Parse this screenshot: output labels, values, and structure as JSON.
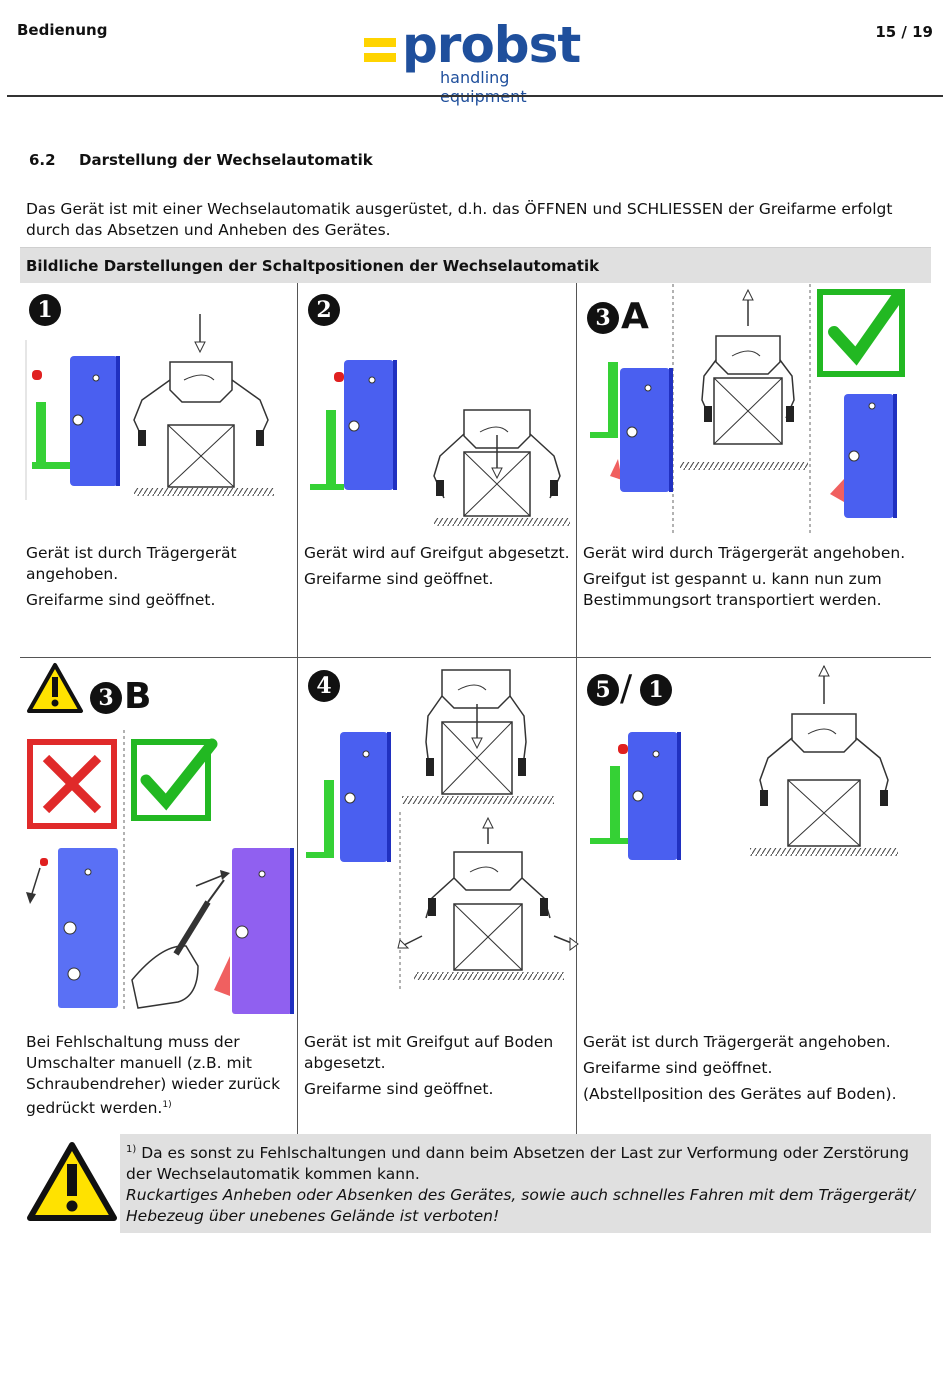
{
  "header": {
    "section": "Bedienung",
    "page": "15 / 19",
    "logo_word": "probst",
    "logo_sub": "handling equipment"
  },
  "section": {
    "number": "6.2",
    "title": "Darstellung der Wechselautomatik",
    "intro": "Das Gerät ist mit einer Wechselautomatik ausgerüstet, d.h. das ÖFFNEN und SCHLIESSEN der Greifarme erfolgt durch das Absetzen und Anheben des Gerätes."
  },
  "table": {
    "heading": "Bildliche Darstellungen der Schaltpositionen der Wechselautomatik",
    "cells": [
      {
        "badge": "1",
        "suffix": "",
        "lines": [
          "Gerät ist durch Trägergerät angehoben.",
          "Greifarme sind geöffnet."
        ]
      },
      {
        "badge": "2",
        "suffix": "",
        "lines": [
          "Gerät wird auf Greifgut abgesetzt.",
          "Greifarme sind geöffnet."
        ]
      },
      {
        "badge": "3",
        "suffix": "A",
        "lines": [
          "Gerät wird durch Trägergerät angehoben.",
          "Greifgut ist gespannt u. kann nun zum Bestimmungsort transportiert werden."
        ]
      },
      {
        "badge": "3",
        "suffix": "B",
        "lines": [
          "Bei Fehlschaltung muss der Umschalter manuell (z.B. mit Schraubendreher) wieder zurück gedrückt werden."
        ],
        "footnote_mark": "1)"
      },
      {
        "badge": "4",
        "suffix": "",
        "lines": [
          "Gerät ist mit Greifgut auf Boden abgesetzt.",
          "Greifarme sind geöffnet."
        ]
      },
      {
        "badge": "5",
        "badge2": "1",
        "separator": "/",
        "suffix": "",
        "lines": [
          "Gerät ist durch Trägergerät angehoben.",
          "Greifarme sind geöffnet.",
          "(Abstellposition des Gerätes auf Boden)."
        ]
      }
    ]
  },
  "note": {
    "mark": "1)",
    "line1": " Da es sonst zu Fehlschaltungen und dann beim Absetzen der Last zur Verformung oder Zerstörung der Wechselautomatik kommen kann.",
    "line2": "Ruckartiges Anheben oder Absenken des Gerätes, sowie auch schnelles Fahren mit dem Trägergerät/ Hebezeug über unebenes Gelände ist verboten!"
  },
  "colors": {
    "brand_blue": "#1f4f9c",
    "brand_yellow": "#ffd400",
    "device_blue": "#4a5ff0",
    "switch_red": "#e02020",
    "check_green": "#22b822",
    "cross_red": "#e02a2a",
    "warning_yellow": "#ffe200"
  }
}
